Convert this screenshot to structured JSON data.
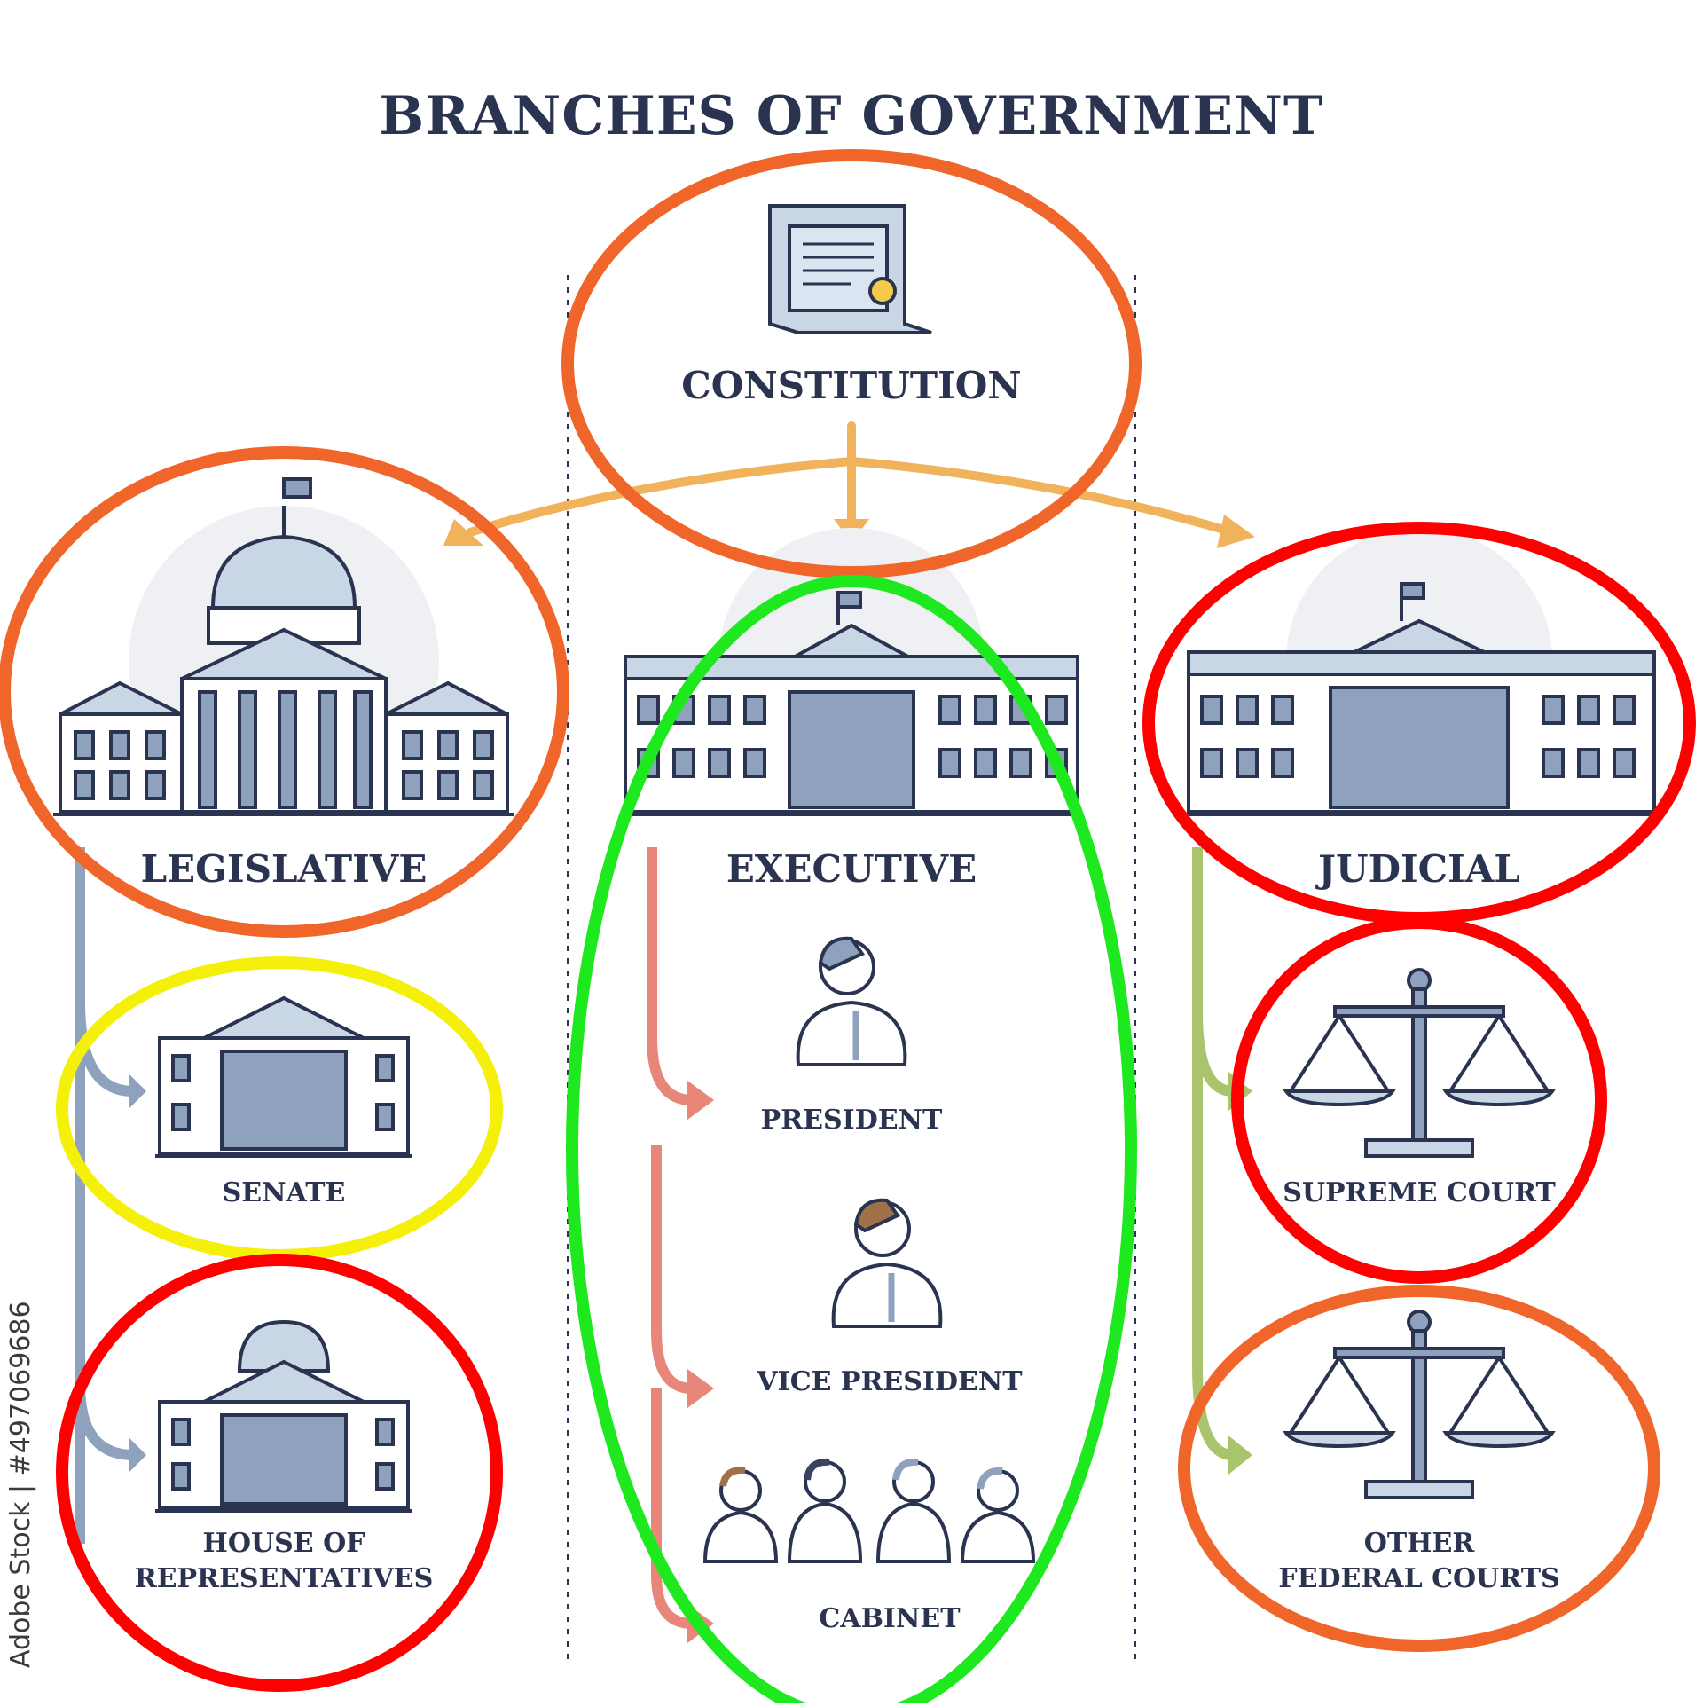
{
  "title": "BRANCHES OF GOVERNMENT",
  "constitution": "CONSTITUTION",
  "branches": {
    "legislative": {
      "label": "LEGISLATIVE",
      "members": [
        "SENATE",
        "HOUSE OF",
        "REPRESENTATIVES"
      ]
    },
    "executive": {
      "label": "EXECUTIVE",
      "members": [
        "PRESIDENT",
        "VICE PRESIDENT",
        "CABINET"
      ]
    },
    "judicial": {
      "label": "JUDICIAL",
      "members": [
        "SUPREME COURT",
        "OTHER",
        "FEDERAL COURTS"
      ]
    }
  },
  "watermark": "Adobe Stock | #497069686",
  "colors": {
    "ink": "#2a3350",
    "building": "#8fa2bd",
    "building_light": "#c9d6e6",
    "arrow_const": "#f0b25a",
    "arrow_leg": "#8fa2bd",
    "arrow_exec": "#e8867a",
    "arrow_jud": "#aac46e",
    "circle_orange": "#f0652a",
    "circle_red": "#ff0000",
    "circle_yellow": "#f5f00a",
    "circle_green": "#1ee81e"
  },
  "icons": [
    "constitution-scroll-icon",
    "capitol-icon",
    "white-house-icon",
    "courthouse-icon",
    "senate-icon",
    "house-icon",
    "president-icon",
    "vice-president-icon",
    "cabinet-icon",
    "scales-icon"
  ]
}
